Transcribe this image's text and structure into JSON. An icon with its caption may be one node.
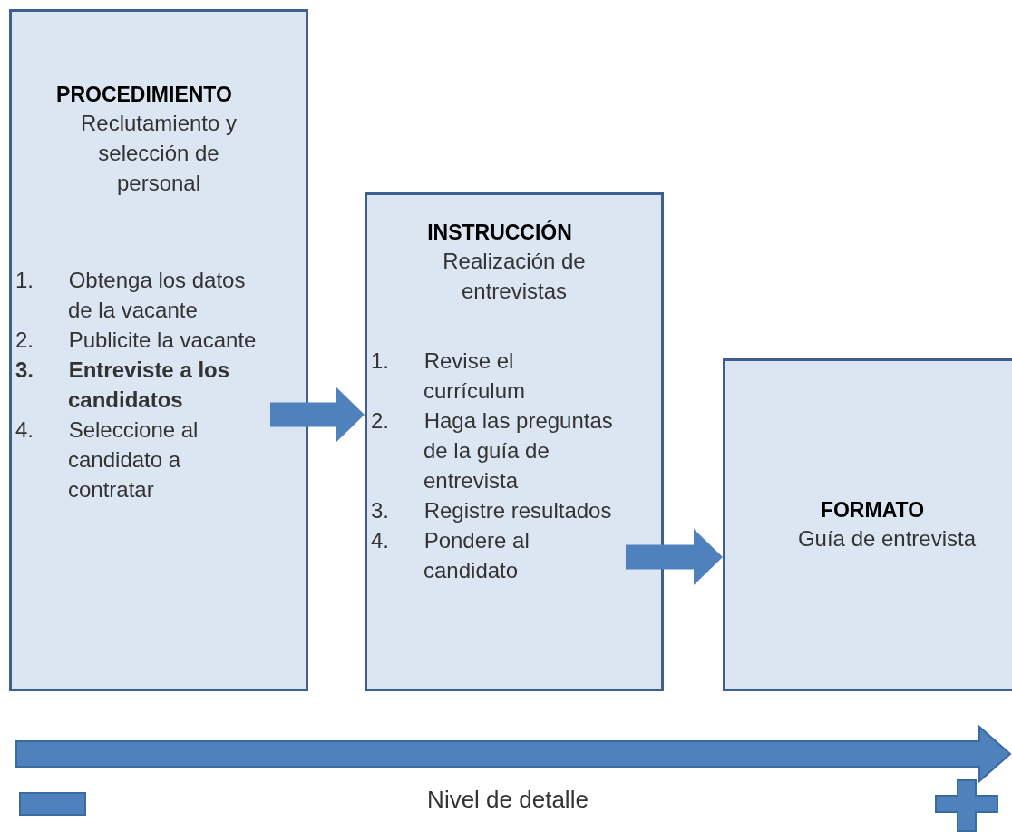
{
  "diagram": {
    "nodes": [
      {
        "text": [
          "PROCEDIMIENTO",
          "Reclutamiento y selección de personal",
          "1. Obtenga los datos de la vacante",
          "2. Publicite la vacante",
          "**3. Entreviste a los candidatos**",
          "4. Seleccione al candidato a contratar"
        ]
      },
      {
        "text": [
          "INSTRUCCIÓN",
          "Realización de entrevistas",
          "1. Revise el currículum",
          "2. Haga las preguntas de la guía de entrevista",
          "3. Registre resultados",
          "4. Pondere al candidato"
        ]
      },
      {
        "text": [
          "FORMATO",
          "Guía de entrevista"
        ]
      }
    ],
    "edges": [
      {
        "from": 0,
        "to": 1,
        "arrow": "to"
      },
      {
        "from": 1,
        "to": 2,
        "arrow": "to"
      }
    ],
    "labels": [
      "Nivel de detalle"
    ]
  }
}
